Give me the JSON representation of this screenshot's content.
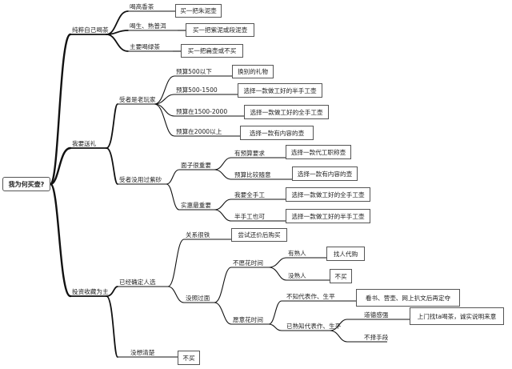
{
  "root": "我为何买壶?",
  "branches": {
    "pure": {
      "label": "纯粹自己喝茶",
      "items": [
        {
          "label": "喝高香茶",
          "result": "买一把朱泥壶"
        },
        {
          "label": "喝生、熟普洱",
          "result": "买一把紫泥或段泥壶"
        },
        {
          "label": "主要喝绿茶",
          "result": "买一把扁壶或不买"
        }
      ]
    },
    "gift": {
      "label": "我要送礼",
      "veteran": {
        "label": "受者是老玩家",
        "items": [
          {
            "label": "预算500以下",
            "result": "换别的礼物"
          },
          {
            "label": "预算500-1500",
            "result": "选择一款做工好的半手工壶"
          },
          {
            "label": "预算在1500-2000",
            "result": "选择一款做工好的全手工壶"
          },
          {
            "label": "预算在2000以上",
            "result": "选择一款有内容的壶"
          }
        ]
      },
      "novice": {
        "label": "受者没用过紫砂",
        "face": {
          "label": "面子很重要",
          "items": [
            {
              "label": "有预算要求",
              "result": "选择一款代工职称壶"
            },
            {
              "label": "预算比较随意",
              "result": "选择一款有内容的壶"
            }
          ]
        },
        "practical": {
          "label": "实惠最重要",
          "items": [
            {
              "label": "我要全手工",
              "result": "选择一款做工好的全手工壶"
            },
            {
              "label": "半手工也可",
              "result": "选择一款做工好的半手工壶"
            }
          ]
        }
      }
    },
    "invest": {
      "label": "投资收藏为主",
      "chosen": {
        "label": "已经确定人选",
        "close": {
          "label": "关系很铁",
          "result": "尝试还价后购买"
        },
        "never": {
          "label": "没照过面",
          "nomoney": {
            "label": "不愿花时间",
            "items": [
              {
                "label": "有熟人",
                "result": "找人代购"
              },
              {
                "label": "没熟人",
                "result": "不买"
              }
            ]
          },
          "money": {
            "label": "愿意花时间",
            "unknown": {
              "label": "不知代表作、生平",
              "result": "看书、营壶、网上扒文后再定夺"
            },
            "known": {
              "label": "已熟知代表作、生平",
              "strong": {
                "label": "道德感强",
                "result": "上门找ta喝茶，诚实说明来意"
              },
              "any": {
                "label": "不择手段"
              }
            }
          }
        }
      },
      "unsure": {
        "label": "没想清楚",
        "result": "不买"
      }
    }
  }
}
